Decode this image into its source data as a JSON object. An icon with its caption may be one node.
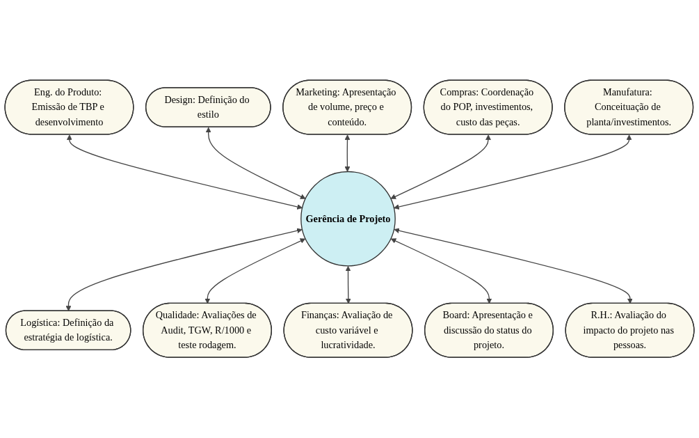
{
  "diagram": {
    "nodes": [
      {
        "text": [
          "Eng. do Produto: Emissão de TBP e desenvolvimento"
        ]
      },
      {
        "text": [
          "Design: Definição do estilo"
        ]
      },
      {
        "text": [
          "Marketing: Apresentação de volume, preço e conteúdo."
        ]
      },
      {
        "text": [
          "Compras: Coordenação do POP, investimentos, custo das peças."
        ]
      },
      {
        "text": [
          "Manufatura: Conceituação de planta/investimentos."
        ]
      },
      {
        "text": [
          "Gerência de Projeto"
        ]
      },
      {
        "text": [
          "Logística: Definição da estratégia de logística."
        ]
      },
      {
        "text": [
          "Qualidade: Avaliações de Audit, TGW, R/1000 e teste rodagem."
        ]
      },
      {
        "text": [
          "Finanças: Avaliação de custo variável e lucratividade."
        ]
      },
      {
        "text": [
          "Board: Apresentação e discussão do status do projeto."
        ]
      },
      {
        "text": [
          "R.H.: Avaliação do impacto do projeto nas pessoas."
        ]
      }
    ],
    "edges": [
      {
        "from": 0,
        "to": 5,
        "arrow": "both"
      },
      {
        "from": 1,
        "to": 5,
        "arrow": "both"
      },
      {
        "from": 2,
        "to": 5,
        "arrow": "both"
      },
      {
        "from": 3,
        "to": 5,
        "arrow": "both"
      },
      {
        "from": 4,
        "to": 5,
        "arrow": "both"
      },
      {
        "from": 5,
        "to": 6,
        "arrow": "both"
      },
      {
        "from": 5,
        "to": 7,
        "arrow": "both"
      },
      {
        "from": 5,
        "to": 8,
        "arrow": "both"
      },
      {
        "from": 5,
        "to": 9,
        "arrow": "both"
      },
      {
        "from": 5,
        "to": 10,
        "arrow": "both"
      }
    ]
  }
}
